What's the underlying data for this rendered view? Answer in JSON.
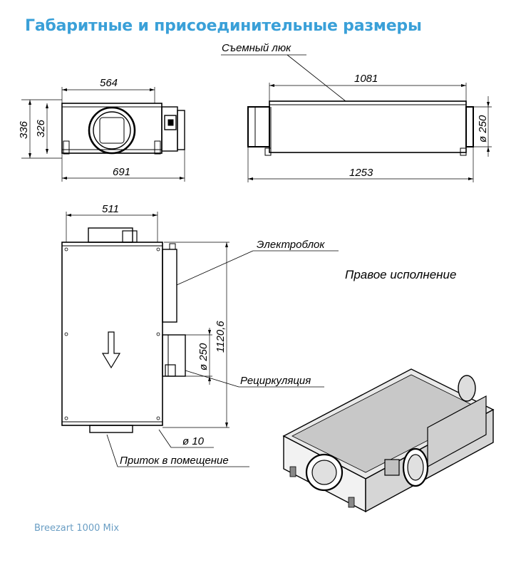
{
  "page": {
    "title": "Габаритные и присоединительные размеры",
    "footer": "Breezart 1000 Mix"
  },
  "drawing": {
    "front_view": {
      "dims": {
        "width_inner": "564",
        "height_outer": "336",
        "height_inner": "326",
        "width_total": "691"
      }
    },
    "side_view": {
      "callout_hatch": "Съемный люк",
      "dims": {
        "length_body": "1081",
        "length_total": "1253",
        "duct_diameter": "ø 250"
      }
    },
    "top_view": {
      "dims": {
        "width": "511",
        "length": "1120,6",
        "duct_diameter": "ø 250",
        "mount_hole": "ø 10"
      },
      "callouts": {
        "electrical_box": "Электроблок",
        "recirculation": "Рециркуляция",
        "supply": "Приток в помещение"
      },
      "variant": "Правое исполнение"
    }
  }
}
